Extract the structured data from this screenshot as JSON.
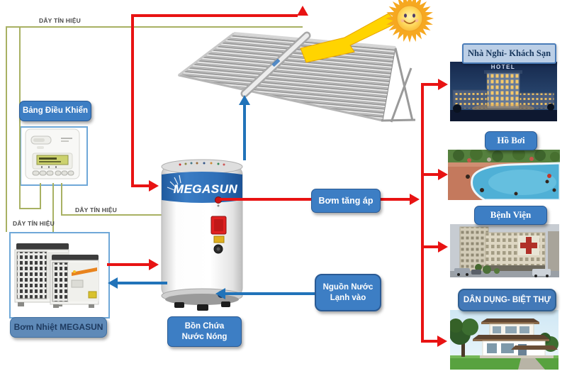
{
  "diagram_title": "MEGASUN solar + heat-pump hot water system schematic",
  "colors": {
    "hot_line_red": "#e81313",
    "signal_wire_green": "#a8b163",
    "cold_line_blue": "#2173b9",
    "callout_blue": "#3d7ec4",
    "label_light_blue": "#bccfe6",
    "sun_yellow": "#ffd400"
  },
  "wire_labels": {
    "top": "DÂY TÍN HIỆU",
    "left": "DÂY TÍN HIỆU",
    "mid": "DÂY TÍN HIỆU"
  },
  "control_panel": {
    "label": "Bảng Điều Khiển"
  },
  "heat_pump": {
    "label": "Bơm Nhiệt MEGASUN"
  },
  "tank": {
    "brand": "MEGASUN",
    "label_line1": "Bồn Chứa",
    "label_line2": "Nước Nóng"
  },
  "booster_pump": {
    "label": "Bơm tăng áp"
  },
  "cold_water": {
    "label_line1": "Nguồn Nước",
    "label_line2": "Lạnh  vào"
  },
  "consumers": {
    "hotel": {
      "label": "Nhà Nghỉ- Khách Sạn",
      "sign": "HOTEL"
    },
    "pool": {
      "label": "Hồ Bơi"
    },
    "hospital": {
      "label": "Bệnh Viện"
    },
    "villa": {
      "label": "DÂN DỤNG- BIỆT THỰ"
    }
  }
}
